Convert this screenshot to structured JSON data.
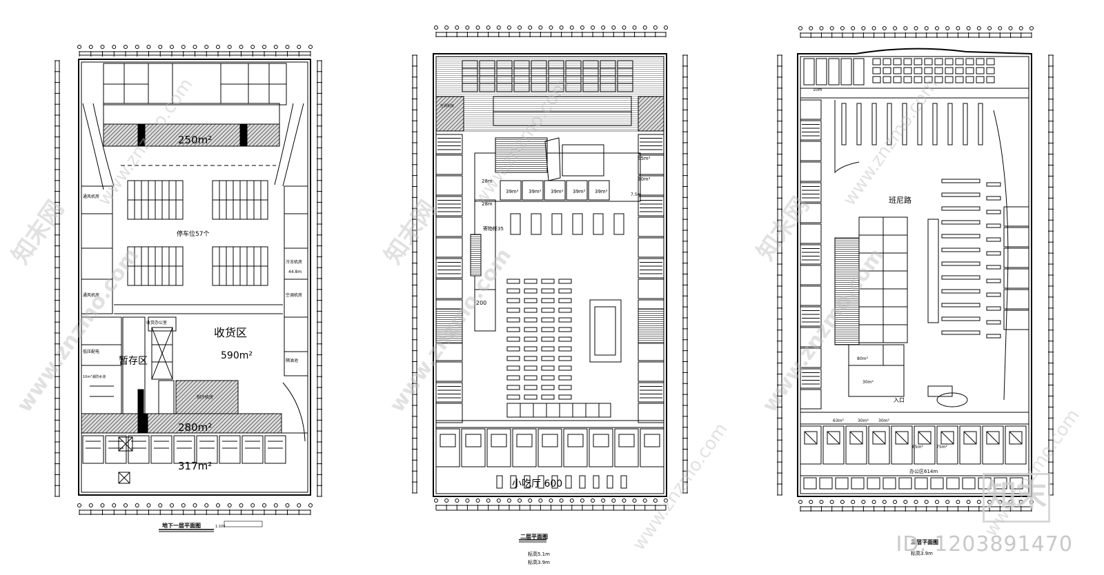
{
  "plans": [
    {
      "title": "地下一层平面图",
      "labels": {
        "area_250": "250m²",
        "parking": "停车位57个",
        "receiving": "收货区",
        "area_590": "590m²",
        "area_280": "280m²",
        "area_317": "317m²",
        "temp": "暂存区",
        "fan1": "通风机房",
        "fan2": "通风机房",
        "cold": "冷冻机房",
        "cold_area": "44.8m",
        "ac": "空调机房",
        "power": "低压配电",
        "refrig": "制冷机房",
        "pump": "隔油池",
        "office": "收货办公室",
        "pool": "10m³消防水池",
        "scale": "1:100"
      }
    },
    {
      "title": "二层平面图",
      "notes": [
        "标高5.1m",
        "标高3.9m"
      ],
      "labels": {
        "r28a": "28m",
        "r28b": "28m",
        "r39a": "39m²",
        "r39b": "39m²",
        "r39c": "39m²",
        "r39d": "39m²",
        "r39e": "39m²",
        "r65": "65m²",
        "r30": "30m²",
        "r75": "7.5m",
        "storage": "寄物柜35",
        "a200": "200",
        "food": "小吃厅 600",
        "machine": "空调机房"
      }
    },
    {
      "title": "三层平面图",
      "notes": [
        "标高3.9m"
      ],
      "labels": {
        "bunny": "班尼路",
        "entry": "入口",
        "r80": "80m²",
        "r30a": "30m²",
        "r30b": "30m²",
        "r30c": "30m²",
        "r63": "63m²",
        "r85": "85m²",
        "r75": "75m²",
        "office": "办公区614m",
        "area_s": "10m"
      }
    }
  ],
  "watermark": {
    "site": "www.znzmo.com",
    "brand": "知末网",
    "logo": "知末",
    "id": "ID: 1203891470"
  },
  "colors": {
    "line": "#000000",
    "hatch": "#555555",
    "watermark": "#c8c8c8"
  }
}
